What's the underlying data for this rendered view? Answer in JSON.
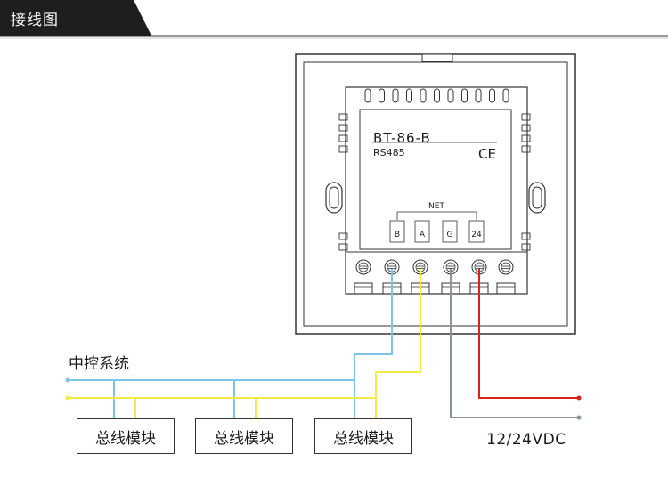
{
  "header": {
    "title": "接线图"
  },
  "device": {
    "model": "BT-86-B",
    "protocol": "RS485",
    "cert_mark": "CE",
    "net_label": "NET",
    "terminals": [
      "B",
      "A",
      "G",
      "24"
    ]
  },
  "wiring": {
    "control_system_label": "中控系统",
    "module_label": "总线模块",
    "power_label": "12/24VDC"
  },
  "colors": {
    "header_bg": "#1e1e1e",
    "wire_a": "#7ec4ea",
    "wire_b": "#f3e94a",
    "wire_ground": "#8a959c",
    "wire_power": "#e0201b"
  }
}
